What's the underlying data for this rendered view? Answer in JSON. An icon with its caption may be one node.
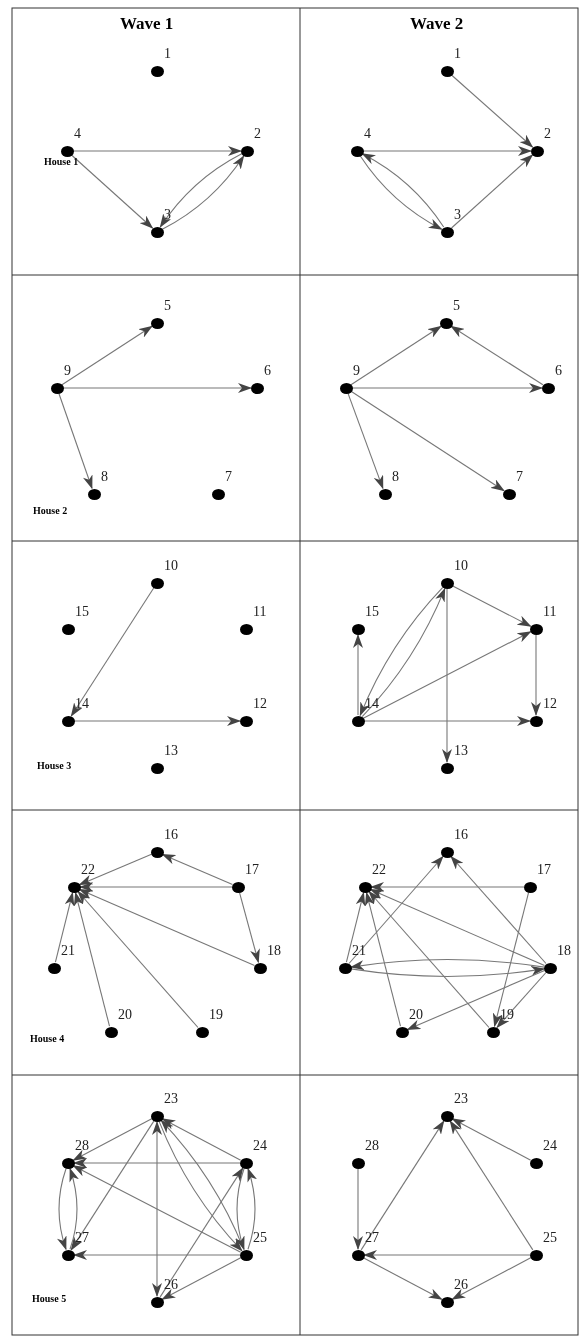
{
  "diagram": {
    "nodes": [
      {
        "text": [],
        "shape": "circle",
        "beside": [
          "1"
        ]
      },
      {
        "text": [],
        "shape": "circle",
        "beside": [
          "2"
        ]
      },
      {
        "text": [],
        "shape": "circle",
        "beside": [
          "3"
        ]
      },
      {
        "text": [],
        "shape": "circle",
        "beside": [
          "4"
        ]
      },
      {
        "text": [],
        "shape": "circle",
        "beside": [
          "1"
        ]
      },
      {
        "text": [],
        "shape": "circle",
        "beside": [
          "2"
        ]
      },
      {
        "text": [],
        "shape": "circle",
        "beside": [
          "3"
        ]
      },
      {
        "text": [],
        "shape": "circle",
        "beside": [
          "4"
        ]
      },
      {
        "text": [],
        "shape": "circle",
        "beside": [
          "5"
        ]
      },
      {
        "text": [],
        "shape": "circle",
        "beside": [
          "6"
        ]
      },
      {
        "text": [],
        "shape": "circle",
        "beside": [
          "7"
        ]
      },
      {
        "text": [],
        "shape": "circle",
        "beside": [
          "8"
        ]
      },
      {
        "text": [],
        "shape": "circle",
        "beside": [
          "9"
        ]
      },
      {
        "text": [],
        "shape": "circle",
        "beside": [
          "5"
        ]
      },
      {
        "text": [],
        "shape": "circle",
        "beside": [
          "6"
        ]
      },
      {
        "text": [],
        "shape": "circle",
        "beside": [
          "7"
        ]
      },
      {
        "text": [],
        "shape": "circle",
        "beside": [
          "8"
        ]
      },
      {
        "text": [],
        "shape": "circle",
        "beside": [
          "9"
        ]
      },
      {
        "text": [],
        "shape": "circle",
        "beside": [
          "10"
        ]
      },
      {
        "text": [],
        "shape": "circle",
        "beside": [
          "11"
        ]
      },
      {
        "text": [],
        "shape": "circle",
        "beside": [
          "12"
        ]
      },
      {
        "text": [],
        "shape": "circle",
        "beside": [
          "13"
        ]
      },
      {
        "text": [],
        "shape": "circle",
        "beside": [
          "14"
        ]
      },
      {
        "text": [],
        "shape": "circle",
        "beside": [
          "15"
        ]
      },
      {
        "text": [],
        "shape": "circle",
        "beside": [
          "10"
        ]
      },
      {
        "text": [],
        "shape": "circle",
        "beside": [
          "11"
        ]
      },
      {
        "text": [],
        "shape": "circle",
        "beside": [
          "12"
        ]
      },
      {
        "text": [],
        "shape": "circle",
        "beside": [
          "13"
        ]
      },
      {
        "text": [],
        "shape": "circle",
        "beside": [
          "14"
        ]
      },
      {
        "text": [],
        "shape": "circle",
        "beside": [
          "15"
        ]
      },
      {
        "text": [],
        "shape": "circle",
        "beside": [
          "16"
        ]
      },
      {
        "text": [],
        "shape": "circle",
        "beside": [
          "17"
        ]
      },
      {
        "text": [],
        "shape": "circle",
        "beside": [
          "18"
        ]
      },
      {
        "text": [],
        "shape": "circle",
        "beside": [
          "19"
        ]
      },
      {
        "text": [],
        "shape": "circle",
        "beside": [
          "20"
        ]
      },
      {
        "text": [],
        "shape": "circle",
        "beside": [
          "21"
        ]
      },
      {
        "text": [],
        "shape": "circle",
        "beside": [
          "22"
        ]
      },
      {
        "text": [],
        "shape": "circle",
        "beside": [
          "16"
        ]
      },
      {
        "text": [],
        "shape": "circle",
        "beside": [
          "17"
        ]
      },
      {
        "text": [],
        "shape": "circle",
        "beside": [
          "18"
        ]
      },
      {
        "text": [],
        "shape": "circle",
        "beside": [
          "19"
        ]
      },
      {
        "text": [],
        "shape": "circle",
        "beside": [
          "20"
        ]
      },
      {
        "text": [],
        "shape": "circle",
        "beside": [
          "21"
        ]
      },
      {
        "text": [],
        "shape": "circle",
        "beside": [
          "22"
        ]
      },
      {
        "text": [],
        "shape": "circle",
        "beside": [
          "23"
        ]
      },
      {
        "text": [],
        "shape": "circle",
        "beside": [
          "24"
        ]
      },
      {
        "text": [],
        "shape": "circle",
        "beside": [
          "25"
        ]
      },
      {
        "text": [],
        "shape": "circle",
        "beside": [
          "26"
        ]
      },
      {
        "text": [],
        "shape": "circle",
        "beside": [
          "27"
        ]
      },
      {
        "text": [],
        "shape": "circle",
        "beside": [
          "28"
        ]
      },
      {
        "text": [],
        "shape": "circle",
        "beside": [
          "23"
        ]
      },
      {
        "text": [],
        "shape": "circle",
        "beside": [
          "24"
        ]
      },
      {
        "text": [],
        "shape": "circle",
        "beside": [
          "25"
        ]
      },
      {
        "text": [],
        "shape": "circle",
        "beside": [
          "26"
        ]
      },
      {
        "text": [],
        "shape": "circle",
        "beside": [
          "27"
        ]
      },
      {
        "text": [],
        "shape": "circle",
        "beside": [
          "28"
        ]
      }
    ],
    "edges": [
      {
        "from": 3,
        "to": 1,
        "arrow": "to"
      },
      {
        "from": 3,
        "to": 2,
        "arrow": "to"
      },
      {
        "from": 2,
        "to": 1,
        "arrow": "to"
      },
      {
        "from": 1,
        "to": 2,
        "arrow": "to"
      },
      {
        "from": 4,
        "to": 5,
        "arrow": "to"
      },
      {
        "from": 7,
        "to": 5,
        "arrow": "to"
      },
      {
        "from": 6,
        "to": 5,
        "arrow": "to"
      },
      {
        "from": 7,
        "to": 6,
        "arrow": "to"
      },
      {
        "from": 6,
        "to": 7,
        "arrow": "to"
      },
      {
        "from": 12,
        "to": 8,
        "arrow": "to"
      },
      {
        "from": 12,
        "to": 9,
        "arrow": "to"
      },
      {
        "from": 12,
        "to": 11,
        "arrow": "to"
      },
      {
        "from": 17,
        "to": 13,
        "arrow": "to"
      },
      {
        "from": 14,
        "to": 13,
        "arrow": "to"
      },
      {
        "from": 17,
        "to": 14,
        "arrow": "to"
      },
      {
        "from": 17,
        "to": 16,
        "arrow": "to"
      },
      {
        "from": 17,
        "to": 15,
        "arrow": "to"
      },
      {
        "from": 18,
        "to": 22,
        "arrow": "to"
      },
      {
        "from": 22,
        "to": 20,
        "arrow": "to"
      },
      {
        "from": 28,
        "to": 29,
        "arrow": "to"
      },
      {
        "from": 28,
        "to": 24,
        "arrow": "to"
      },
      {
        "from": 24,
        "to": 28,
        "arrow": "to"
      },
      {
        "from": 24,
        "to": 25,
        "arrow": "to"
      },
      {
        "from": 28,
        "to": 25,
        "arrow": "to"
      },
      {
        "from": 24,
        "to": 27,
        "arrow": "to"
      },
      {
        "from": 25,
        "to": 26,
        "arrow": "to"
      },
      {
        "from": 28,
        "to": 26,
        "arrow": "to"
      },
      {
        "from": 31,
        "to": 30,
        "arrow": "to"
      },
      {
        "from": 30,
        "to": 36,
        "arrow": "to"
      },
      {
        "from": 31,
        "to": 36,
        "arrow": "to"
      },
      {
        "from": 31,
        "to": 32,
        "arrow": "to"
      },
      {
        "from": 32,
        "to": 36,
        "arrow": "to"
      },
      {
        "from": 33,
        "to": 36,
        "arrow": "to"
      },
      {
        "from": 34,
        "to": 36,
        "arrow": "to"
      },
      {
        "from": 35,
        "to": 36,
        "arrow": "to"
      },
      {
        "from": 42,
        "to": 37,
        "arrow": "to"
      },
      {
        "from": 39,
        "to": 37,
        "arrow": "to"
      },
      {
        "from": 38,
        "to": 43,
        "arrow": "to"
      },
      {
        "from": 39,
        "to": 43,
        "arrow": "to"
      },
      {
        "from": 42,
        "to": 43,
        "arrow": "to"
      },
      {
        "from": 41,
        "to": 43,
        "arrow": "to"
      },
      {
        "from": 40,
        "to": 43,
        "arrow": "to"
      },
      {
        "from": 38,
        "to": 40,
        "arrow": "to"
      },
      {
        "from": 42,
        "to": 39,
        "arrow": "to"
      },
      {
        "from": 39,
        "to": 42,
        "arrow": "to"
      },
      {
        "from": 39,
        "to": 41,
        "arrow": "to"
      },
      {
        "from": 39,
        "to": 40,
        "arrow": "to"
      },
      {
        "from": 44,
        "to": 49,
        "arrow": "to"
      },
      {
        "from": 45,
        "to": 44,
        "arrow": "to"
      },
      {
        "from": 44,
        "to": 48,
        "arrow": "to"
      },
      {
        "from": 44,
        "to": 47,
        "arrow": "both"
      },
      {
        "from": 46,
        "to": 44,
        "arrow": "to"
      },
      {
        "from": 44,
        "to": 46,
        "arrow": "to"
      },
      {
        "from": 45,
        "to": 49,
        "arrow": "to"
      },
      {
        "from": 46,
        "to": 49,
        "arrow": "to"
      },
      {
        "from": 48,
        "to": 49,
        "arrow": "to"
      },
      {
        "from": 49,
        "to": 48,
        "arrow": "to"
      },
      {
        "from": 46,
        "to": 48,
        "arrow": "to"
      },
      {
        "from": 45,
        "to": 46,
        "arrow": "to"
      },
      {
        "from": 46,
        "to": 45,
        "arrow": "to"
      },
      {
        "from": 47,
        "to": 45,
        "arrow": "to"
      },
      {
        "from": 46,
        "to": 47,
        "arrow": "to"
      },
      {
        "from": 55,
        "to": 54,
        "arrow": "to"
      },
      {
        "from": 54,
        "to": 50,
        "arrow": "to"
      },
      {
        "from": 51,
        "to": 50,
        "arrow": "to"
      },
      {
        "from": 52,
        "to": 50,
        "arrow": "to"
      },
      {
        "from": 52,
        "to": 54,
        "arrow": "to"
      },
      {
        "from": 54,
        "to": 53,
        "arrow": "to"
      },
      {
        "from": 52,
        "to": 53,
        "arrow": "to"
      }
    ],
    "labels": [
      "Wave 1",
      "Wave 2",
      "House 1",
      "House 2",
      "House 3",
      "House 4",
      "House 5"
    ]
  }
}
